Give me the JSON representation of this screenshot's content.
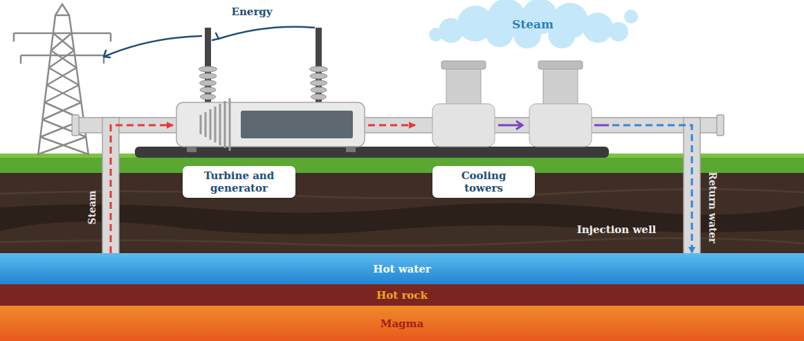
{
  "diagram": {
    "nodes": [
      {
        "text": [
          "Steam"
        ]
      },
      {
        "text": [
          "Turbine and generator"
        ]
      },
      {
        "text": [
          "Cooling towers"
        ]
      },
      {
        "text": [
          "Hot water"
        ]
      },
      {
        "text": [
          "Hot rock"
        ]
      },
      {
        "text": [
          "Magma"
        ]
      }
    ],
    "edges": [
      {
        "from": 3,
        "to": 1,
        "arrow": "to",
        "label": "Steam"
      },
      {
        "from": 1,
        "to": 2,
        "arrow": "to"
      },
      {
        "from": 2,
        "to": 3,
        "arrow": "to",
        "label": "Return water"
      }
    ],
    "labels": [
      "Energy",
      "Injection well"
    ]
  }
}
